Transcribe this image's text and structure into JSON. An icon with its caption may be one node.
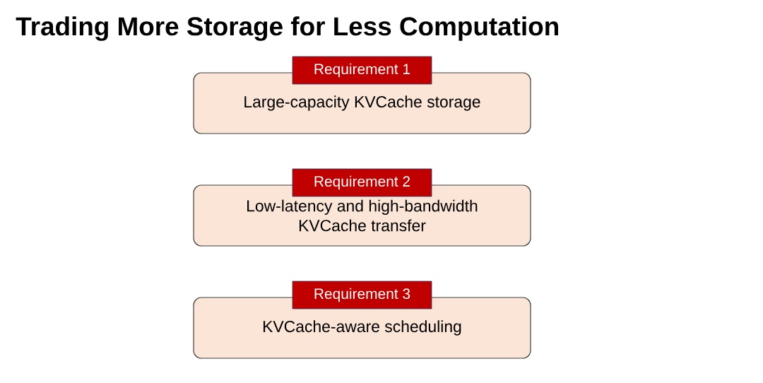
{
  "diagram": {
    "title": "Trading More Storage for Less Computation",
    "nodes": [
      {
        "text": [
          "Requirement 1",
          "Large-capacity KVCache storage"
        ]
      },
      {
        "text": [
          "Requirement 2",
          "Low-latency and high-bandwidth KVCache transfer"
        ]
      },
      {
        "text": [
          "Requirement 3",
          "KVCache-aware scheduling"
        ]
      }
    ]
  }
}
